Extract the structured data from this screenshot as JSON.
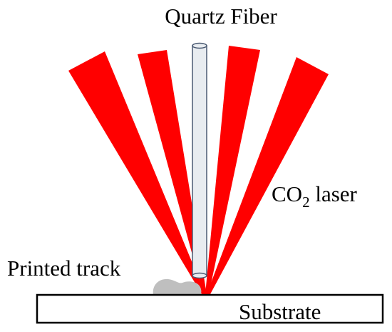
{
  "labels": {
    "fiber": "Quartz Fiber",
    "laser_main": "CO",
    "laser_sub": "2",
    "laser_rest": " laser",
    "track": "Printed track",
    "substrate": "Substrate"
  },
  "colors": {
    "laser_beam": "#ff0000",
    "fiber_fill": "#e8ecf0",
    "fiber_stroke": "#4a5a72",
    "track": "#bfbfbf",
    "substrate_stroke": "#000000",
    "text": "#000000"
  }
}
